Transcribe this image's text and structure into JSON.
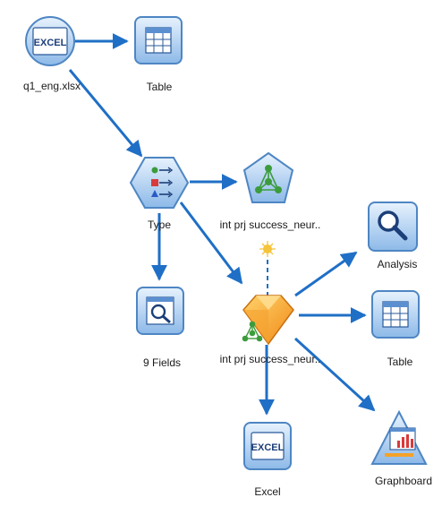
{
  "nodes": {
    "source_excel": {
      "label": "q1_eng.xlsx",
      "icon_text": "EXCEL"
    },
    "table_top": {
      "label": "Table"
    },
    "type": {
      "label": "Type"
    },
    "neural_model": {
      "label": "int prj success_neur.."
    },
    "fields_audit": {
      "label": "9 Fields"
    },
    "nugget": {
      "label": "int prj success_neur.."
    },
    "analysis": {
      "label": "Analysis"
    },
    "table_right": {
      "label": "Table"
    },
    "excel_output": {
      "label": "Excel",
      "icon_text": "EXCEL"
    },
    "graphboard": {
      "label": "Graphboard"
    }
  },
  "colors": {
    "link": "#1f6fc6",
    "node_face": "#a9cdf2",
    "node_border": "#4e86c3",
    "nugget": "#f4a22a",
    "model_spark": "#f5c43a",
    "network": "#3c9c3c"
  }
}
